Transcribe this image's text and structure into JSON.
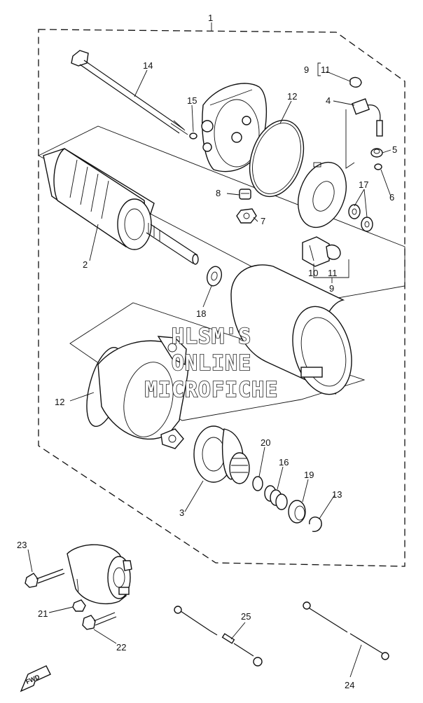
{
  "watermark": {
    "line1": "HLSM'S",
    "line2": "ONLINE",
    "line3": "MICROFICHE"
  },
  "fwd_label": "FWD",
  "callouts": {
    "c1": "1",
    "c2": "2",
    "c3": "3",
    "c4": "4",
    "c5": "5",
    "c6": "6",
    "c7": "7",
    "c8": "8",
    "c9_top": "9",
    "c11_top": "11",
    "c9_bottom": "9",
    "c10": "10",
    "c11_bottom": "11",
    "c12_top": "12",
    "c12_left": "12",
    "c13": "13",
    "c14": "14",
    "c15": "15",
    "c16": "16",
    "c17": "17",
    "c18": "18",
    "c19": "19",
    "c20": "20",
    "c21": "21",
    "c22": "22",
    "c23": "23",
    "c24": "24",
    "c25": "25"
  }
}
